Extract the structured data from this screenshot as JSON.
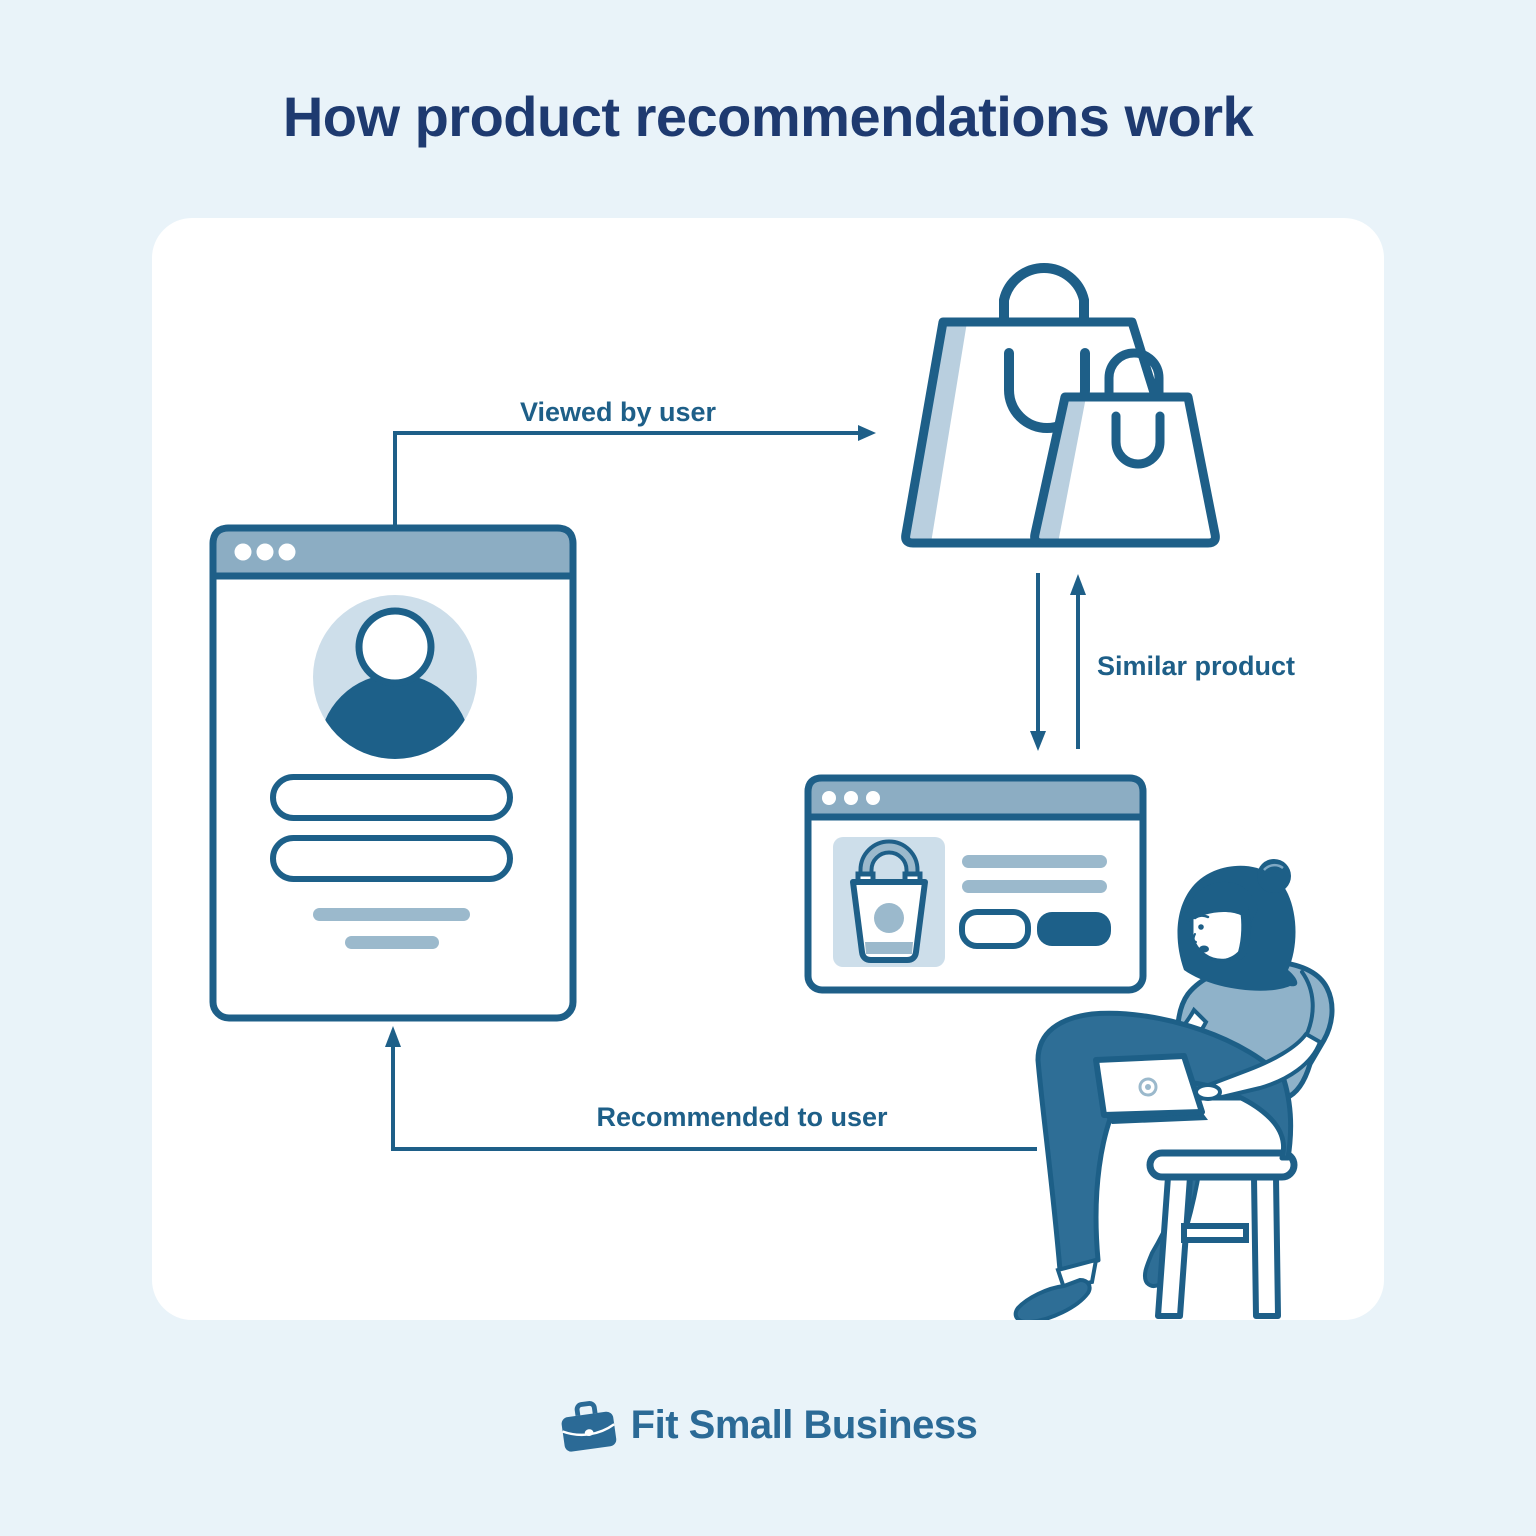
{
  "title": "How product recommendations work",
  "labels": {
    "viewed_by_user": "Viewed by user",
    "similar_product": "Similar product",
    "recommended_to_user": "Recommended to user"
  },
  "footer": {
    "brand": "Fit Small Business"
  },
  "icons": {
    "logo": "briefcase-icon",
    "left_window": "user-profile-window",
    "top_right": "shopping-bags-illustration",
    "mid_right": "product-page-window",
    "person": "woman-with-laptop-on-stool"
  },
  "colors": {
    "background": "#e9f3f9",
    "card": "#ffffff",
    "title": "#1e3a70",
    "ink": "#1e5f88",
    "header": "#8cadc3",
    "light": "#cddeea",
    "bar": "#9bb9cc",
    "mid": "#b9cfdf",
    "dark": "#1d6089",
    "pants": "#2e6e96",
    "shirt": "#8fb2c9",
    "hair": "#1d5f87",
    "skin": "#ffffff",
    "brand": "#2b6a96"
  }
}
